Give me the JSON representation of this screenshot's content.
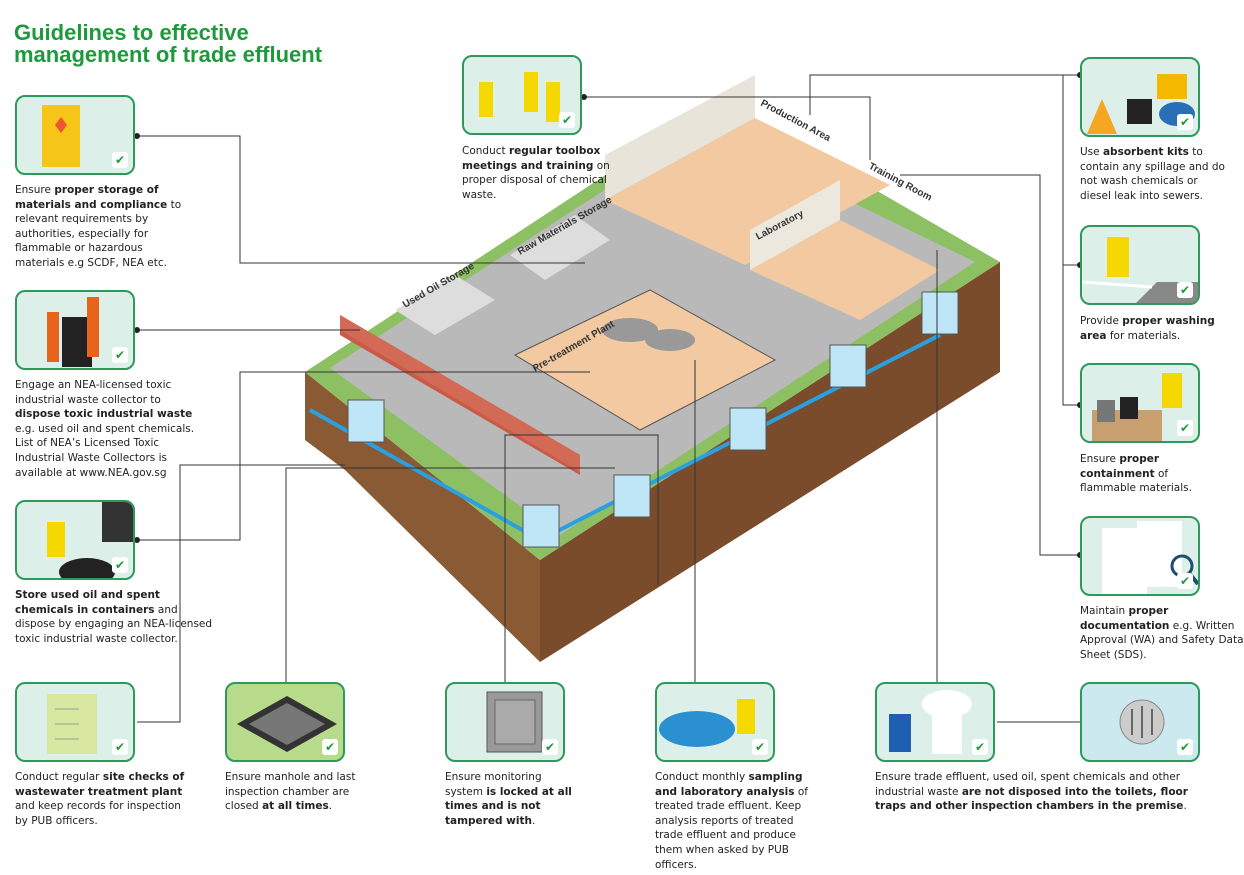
{
  "title": "Guidelines to effective management of trade effluent",
  "colors": {
    "title": "#1d9a3c",
    "card_border": "#2d9a5a",
    "card_bg": "#dcefe8",
    "soil": "#8a5a35",
    "pipe": "#2aa0e0",
    "slab": "#b9b9b9"
  },
  "scene_labels": {
    "production_area": "Production Area",
    "training_room": "Training Room",
    "laboratory": "Laboratory",
    "raw_materials_storage": "Raw Materials Storage",
    "used_oil_storage": "Used Oil Storage",
    "pretreatment_plant": "Pre-treatment Plant"
  },
  "cards": [
    {
      "id": "storage",
      "icon": "hazard-cabinet-icon",
      "caption": [
        {
          "t": "Ensure "
        },
        {
          "t": "proper storage of materials and compliance",
          "b": true
        },
        {
          "t": " to relevant requirements by authorities, especially for flammable or hazardous materials e.g SCDF, NEA etc."
        }
      ]
    },
    {
      "id": "dispose-toxic",
      "icon": "drum-workers-icon",
      "caption": [
        {
          "t": "Engage an NEA-licensed toxic industrial waste collector to "
        },
        {
          "t": "dispose toxic industrial waste",
          "b": true
        },
        {
          "t": " e.g. used oil and spent chemicals. List of NEA’s Licensed Toxic Industrial Waste Collectors is available at www.NEA.gov.sg"
        }
      ]
    },
    {
      "id": "store-containers",
      "icon": "container-worker-icon",
      "caption": [
        {
          "t": "Store used oil and spent chemicals in containers",
          "b": true
        },
        {
          "t": " and dispose by engaging an NEA-licensed toxic industrial waste collector."
        }
      ]
    },
    {
      "id": "site-checks",
      "icon": "checklist-icon",
      "caption": [
        {
          "t": "Conduct regular "
        },
        {
          "t": "site checks of wastewater treatment plant",
          "b": true
        },
        {
          "t": " and keep records for inspection by PUB officers."
        }
      ]
    },
    {
      "id": "manhole",
      "icon": "manhole-cover-icon",
      "caption": [
        {
          "t": "Ensure manhole and last inspection chamber are closed "
        },
        {
          "t": "at all times",
          "b": true
        },
        {
          "t": "."
        }
      ]
    },
    {
      "id": "monitoring",
      "icon": "monitoring-cabinet-icon",
      "caption": [
        {
          "t": "Ensure monitoring system "
        },
        {
          "t": "is locked at all times and is not tampered with",
          "b": true
        },
        {
          "t": "."
        }
      ]
    },
    {
      "id": "sampling",
      "icon": "sampling-worker-icon",
      "caption": [
        {
          "t": "Conduct monthly "
        },
        {
          "t": "sampling and laboratory analysis",
          "b": true
        },
        {
          "t": " of treated trade effluent. Keep analysis reports of treated trade effluent and produce them when asked by PUB officers."
        }
      ]
    },
    {
      "id": "toilet",
      "icon": "toilet-icon",
      "caption": [
        {
          "t": "Ensure trade effluent, used oil, spent chemicals and other industrial waste "
        },
        {
          "t": "are not disposed into the toilets, floor traps and other inspection chambers in the premise",
          "b": true
        },
        {
          "t": "."
        }
      ]
    },
    {
      "id": "floor-trap",
      "icon": "floor-trap-icon",
      "caption": []
    },
    {
      "id": "toolbox",
      "icon": "toolbox-meeting-icon",
      "caption": [
        {
          "t": "Conduct "
        },
        {
          "t": "regular toolbox meetings and training",
          "b": true
        },
        {
          "t": " on proper disposal of chemical waste."
        }
      ]
    },
    {
      "id": "absorbent",
      "icon": "absorbent-kit-icon",
      "caption": [
        {
          "t": "Use "
        },
        {
          "t": "absorbent kits",
          "b": true
        },
        {
          "t": " to contain any spillage and do not wash chemicals or diesel leak into sewers."
        }
      ]
    },
    {
      "id": "washing",
      "icon": "washing-hose-icon",
      "caption": [
        {
          "t": "Provide "
        },
        {
          "t": "proper washing area",
          "b": true
        },
        {
          "t": " for materials."
        }
      ]
    },
    {
      "id": "containment",
      "icon": "jerrycan-icon",
      "caption": [
        {
          "t": "Ensure "
        },
        {
          "t": "proper containment",
          "b": true
        },
        {
          "t": " of flammable materials."
        }
      ]
    },
    {
      "id": "documentation",
      "icon": "documents-magnifier-icon",
      "caption": [
        {
          "t": "Maintain "
        },
        {
          "t": "proper documentation",
          "b": true
        },
        {
          "t": " e.g. Written Approval (WA) and Safety Data Sheet (SDS)."
        }
      ]
    }
  ]
}
